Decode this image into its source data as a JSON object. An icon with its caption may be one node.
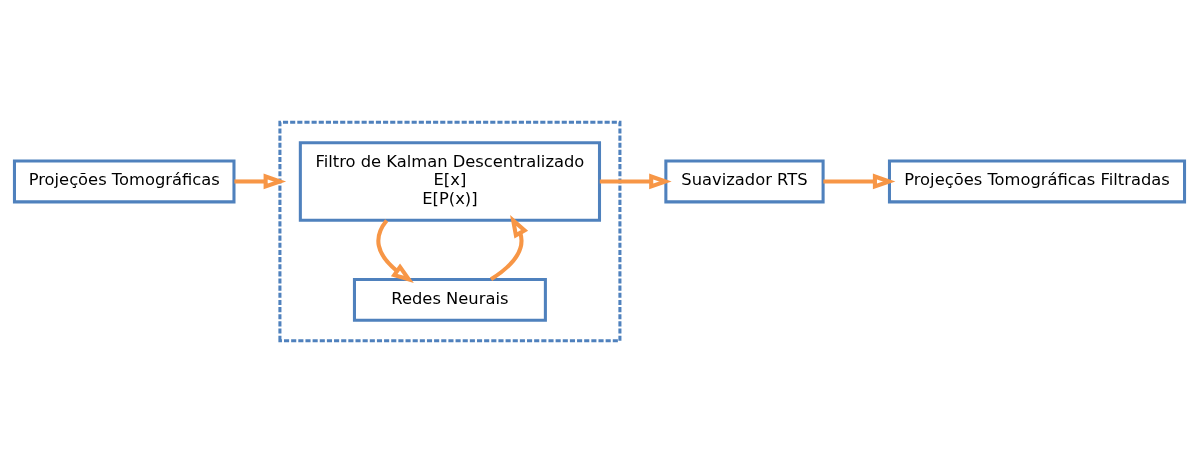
{
  "diagram": {
    "nodes": [
      {
        "text": [
          "Projeções Tomográficas"
        ]
      },
      {
        "text": [],
        "shape": "box"
      },
      {
        "text": [
          "Filtro de Kalman Descentralizado",
          "E[x]",
          "E[P(x)]"
        ],
        "in": 1
      },
      {
        "text": [
          "Redes Neurais"
        ],
        "in": 1
      },
      {
        "text": [
          "Suavizador RTS"
        ]
      },
      {
        "text": [
          "Projeções Tomográficas Filtradas"
        ]
      }
    ],
    "edges": [
      {
        "from": 0,
        "to": 1,
        "arrow": "to"
      },
      {
        "from": 2,
        "to": 4,
        "arrow": "to"
      },
      {
        "from": 4,
        "to": 5,
        "arrow": "to"
      },
      {
        "from": 3,
        "to": 2,
        "arrow": "to"
      },
      {
        "from": 2,
        "to": 3,
        "arrow": "to"
      }
    ]
  }
}
